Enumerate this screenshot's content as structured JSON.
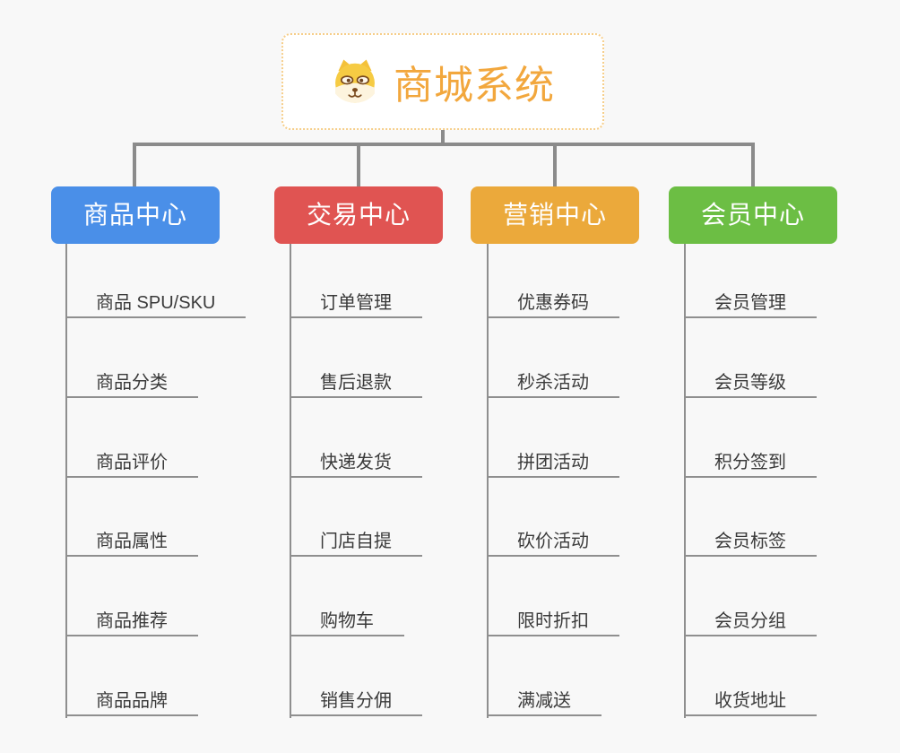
{
  "root": {
    "label": "商城系统",
    "icon": "doge-face-icon",
    "text_color": "#F2A73D",
    "border_color": "#F6CE8A"
  },
  "branches": [
    {
      "label": "商品中心",
      "color": "#4A8FE8",
      "items": [
        "商品 SPU/SKU",
        "商品分类",
        "商品评价",
        "商品属性",
        "商品推荐",
        "商品品牌"
      ]
    },
    {
      "label": "交易中心",
      "color": "#E05452",
      "items": [
        "订单管理",
        "售后退款",
        "快递发货",
        "门店自提",
        "购物车",
        "销售分佣"
      ]
    },
    {
      "label": "营销中心",
      "color": "#EBA93B",
      "items": [
        "优惠券码",
        "秒杀活动",
        "拼团活动",
        "砍价活动",
        "限时折扣",
        "满减送"
      ]
    },
    {
      "label": "会员中心",
      "color": "#6CBE44",
      "items": [
        "会员管理",
        "会员等级",
        "积分签到",
        "会员标签",
        "会员分组",
        "收货地址"
      ]
    }
  ],
  "theme": {
    "background": "#F8F8F8",
    "connector_color": "#8B8B8B",
    "line_color": "#8F8F8F",
    "leaf_text_color": "#3A3A3A"
  }
}
